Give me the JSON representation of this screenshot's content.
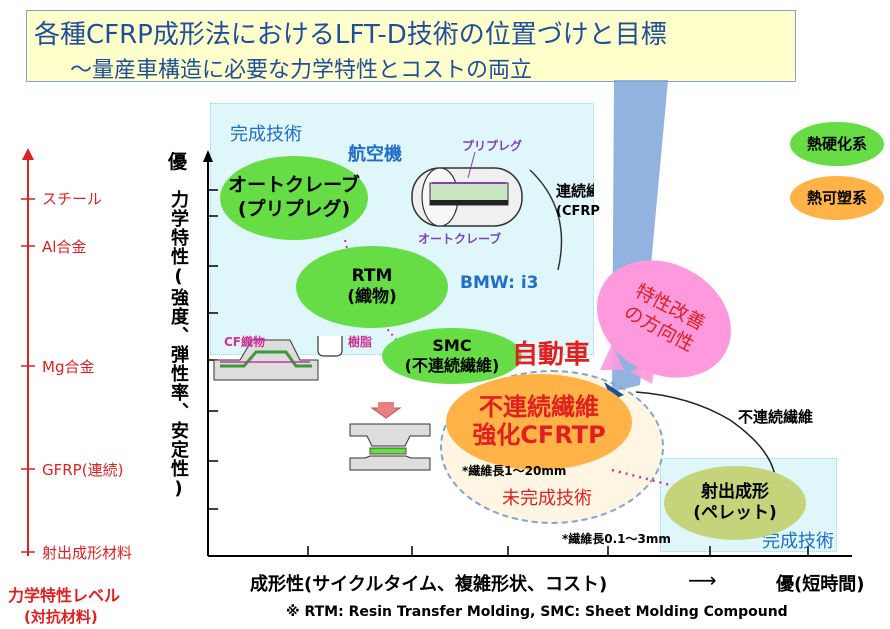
{
  "title": {
    "line1": "各種CFRP成形法におけるLFT-D技術の位置づけと目標",
    "line2": "～量産車構造に必要な力学特性とコストの両立"
  },
  "left_scale": {
    "levels": [
      "スチール",
      "Al合金",
      "Mg合金",
      "GFRP(連続)",
      "射出成形材料"
    ],
    "caption1": "力学特性レベル",
    "caption2": "(対抗材料)"
  },
  "axes": {
    "y_label": "力学特性(強度、弾性率、安定性)",
    "y_top": "優",
    "x_label": "成形性(サイクルタイム、複雑形状、コスト)",
    "x_arrow": "⟶",
    "x_right": "優(短時間)"
  },
  "regions": {
    "complete_top": "完成技術",
    "complete_bottom": "完成技術",
    "incomplete": "未完成技術"
  },
  "blobs": {
    "autoclave_l1": "オートクレーブ",
    "autoclave_l2": "(プリプレグ)",
    "rtm_l1": "RTM",
    "rtm_l2": "(織物)",
    "smc_l1": "SMC",
    "smc_l2": "(不連続繊維)",
    "frtp_l1": "不連続繊維",
    "frtp_l2": "強化CFRTP",
    "injection_l1": "射出成形",
    "injection_l2": "(ペレット)",
    "direction_l1": "特性改善",
    "direction_l2": "の方向性"
  },
  "labels": {
    "aircraft": "航空機",
    "prepreg": "プリプレグ",
    "autoclave_small": "オートクレーブ",
    "continuous_fiber": "連続繊維",
    "cfrp": "(CFRP",
    "bmw": "BMW: i3",
    "automobile": "自動車",
    "cf_fabric": "CF織物",
    "resin": "樹脂",
    "fiber_len_1": "*繊維長1～20mm",
    "fiber_len_2": "*繊維長0.1～3mm",
    "discontinuous_fiber": "不連続繊維"
  },
  "legend": {
    "thermoset": "熱硬化系",
    "thermoplastic": "熱可塑系"
  },
  "footnote": "※ RTM: Resin Transfer Molding,  SMC: Sheet Molding Compound",
  "colors": {
    "title_text": "#1f4e9c",
    "red": "#e02020",
    "green_blob": "#66dd44",
    "orange_blob": "#ffb347",
    "pink_blob": "#ff99dd",
    "cyan_region": "#dff6fb"
  }
}
